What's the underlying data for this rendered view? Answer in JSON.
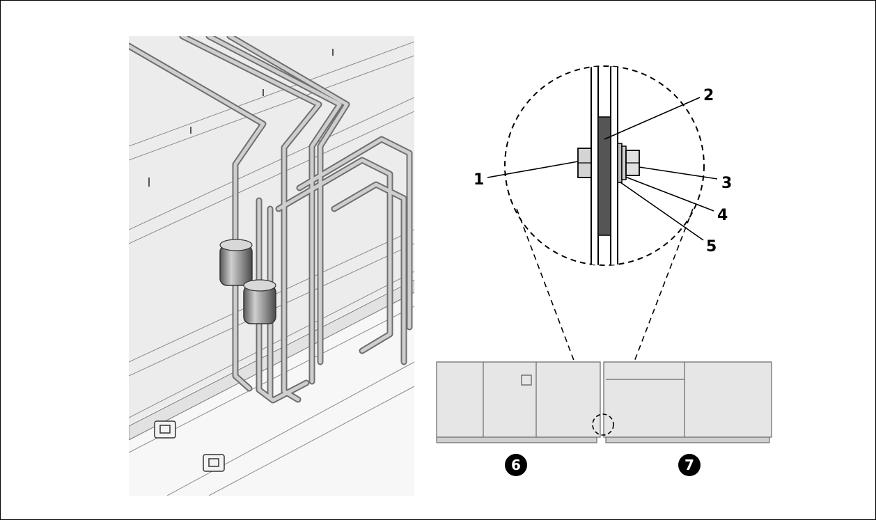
{
  "callouts": [
    {
      "id": "1",
      "label": "1"
    },
    {
      "id": "2",
      "label": "2"
    },
    {
      "id": "3",
      "label": "3"
    },
    {
      "id": "4",
      "label": "4"
    },
    {
      "id": "5",
      "label": "5"
    }
  ],
  "units": [
    {
      "id": "6",
      "label": "6"
    },
    {
      "id": "7",
      "label": "7"
    }
  ],
  "colors": {
    "line": "#000000",
    "pipe": "#a9a9a9",
    "panel_fill": "#e6e6e6",
    "gasket": "#555555",
    "badge": "#000000"
  }
}
